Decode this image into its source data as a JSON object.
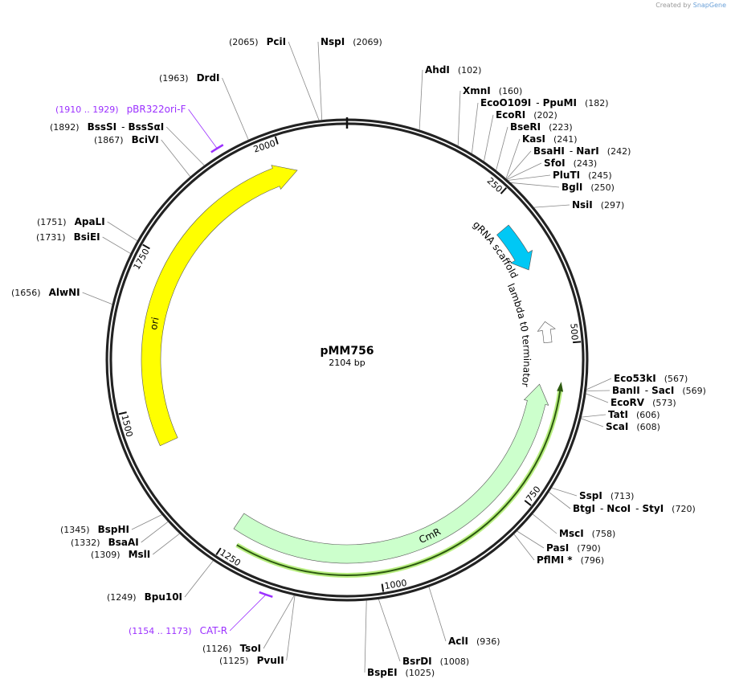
{
  "watermark": {
    "prefix": "Created by",
    "brand": "SnapGene"
  },
  "plasmid": {
    "name": "pMM756",
    "size_label": "2104 bp",
    "length": 2104
  },
  "ticks": [
    "250",
    "500",
    "750",
    "1000",
    "1250",
    "1500",
    "1750",
    "2000"
  ],
  "colors": {
    "ori": "#ffff00",
    "cmr": "#ccffcc",
    "cds_line": "#2d5a10",
    "cds_glow": "#b8ee80",
    "grna": "#00c8f5",
    "terminator": "#ffffff",
    "primer": "#9b30ff",
    "ring": "#222222"
  },
  "features": [
    {
      "name": "ori",
      "start": 1434,
      "end": 2018,
      "direction": "forward"
    },
    {
      "name": "CmR",
      "start": 1250,
      "end": 568,
      "direction": "reverse"
    },
    {
      "name": "gRNA scaffold",
      "start": 293,
      "end": 372,
      "direction": "forward"
    },
    {
      "name": "lambda t0 terminator",
      "start": 495,
      "end": 462,
      "direction": "reverse"
    }
  ],
  "primers": [
    {
      "name": "pBR322ori-F",
      "range": "(1910 .. 1929)",
      "start": 1910,
      "end": 1929
    },
    {
      "name": "CAT-R",
      "range": "(1154 .. 1173)",
      "start": 1154,
      "end": 1173
    }
  ],
  "enzymes": [
    {
      "names": [
        "PciI"
      ],
      "pos": 2065,
      "label": "(2065)"
    },
    {
      "names": [
        "NspI"
      ],
      "pos": 2069,
      "label": "(2069)"
    },
    {
      "names": [
        "AhdI"
      ],
      "pos": 102,
      "label": "(102)"
    },
    {
      "names": [
        "XmnI"
      ],
      "pos": 160,
      "label": "(160)"
    },
    {
      "names": [
        "EcoO109I",
        "PpuMI"
      ],
      "pos": 182,
      "label": "(182)"
    },
    {
      "names": [
        "EcoRI"
      ],
      "pos": 202,
      "label": "(202)"
    },
    {
      "names": [
        "BseRI"
      ],
      "pos": 223,
      "label": "(223)"
    },
    {
      "names": [
        "KasI"
      ],
      "pos": 241,
      "label": "(241)"
    },
    {
      "names": [
        "BsaHI",
        "NarI"
      ],
      "pos": 242,
      "label": "(242)"
    },
    {
      "names": [
        "SfoI"
      ],
      "pos": 243,
      "label": "(243)"
    },
    {
      "names": [
        "PluTI"
      ],
      "pos": 245,
      "label": "(245)"
    },
    {
      "names": [
        "BglI"
      ],
      "pos": 250,
      "label": "(250)"
    },
    {
      "names": [
        "NsiI"
      ],
      "pos": 297,
      "label": "(297)"
    },
    {
      "names": [
        "Eco53kI"
      ],
      "pos": 567,
      "label": "(567)"
    },
    {
      "names": [
        "BanII",
        "SacI"
      ],
      "pos": 569,
      "label": "(569)"
    },
    {
      "names": [
        "EcoRV"
      ],
      "pos": 573,
      "label": "(573)"
    },
    {
      "names": [
        "TatI"
      ],
      "pos": 606,
      "label": "(606)"
    },
    {
      "names": [
        "ScaI"
      ],
      "pos": 608,
      "label": "(608)"
    },
    {
      "names": [
        "SspI"
      ],
      "pos": 713,
      "label": "(713)"
    },
    {
      "names": [
        "BtgI",
        "NcoI",
        "StyI"
      ],
      "pos": 720,
      "label": "(720)"
    },
    {
      "names": [
        "MscI"
      ],
      "pos": 758,
      "label": "(758)"
    },
    {
      "names": [
        "PasI"
      ],
      "pos": 790,
      "label": "(790)"
    },
    {
      "names": [
        "PflMI *"
      ],
      "pos": 796,
      "label": "(796)"
    },
    {
      "names": [
        "AclI"
      ],
      "pos": 936,
      "label": "(936)"
    },
    {
      "names": [
        "BsrDI"
      ],
      "pos": 1008,
      "label": "(1008)"
    },
    {
      "names": [
        "BspEI"
      ],
      "pos": 1025,
      "label": "(1025)"
    },
    {
      "names": [
        "PvuII"
      ],
      "pos": 1125,
      "label": "(1125)"
    },
    {
      "names": [
        "TsoI"
      ],
      "pos": 1126,
      "label": "(1126)"
    },
    {
      "names": [
        "Bpu10I"
      ],
      "pos": 1249,
      "label": "(1249)"
    },
    {
      "names": [
        "MslI"
      ],
      "pos": 1309,
      "label": "(1309)"
    },
    {
      "names": [
        "BsaAI"
      ],
      "pos": 1332,
      "label": "(1332)"
    },
    {
      "names": [
        "BspHI"
      ],
      "pos": 1345,
      "label": "(1345)"
    },
    {
      "names": [
        "AlwNI"
      ],
      "pos": 1656,
      "label": "(1656)"
    },
    {
      "names": [
        "BsiEI"
      ],
      "pos": 1731,
      "label": "(1731)"
    },
    {
      "names": [
        "ApaLI"
      ],
      "pos": 1751,
      "label": "(1751)"
    },
    {
      "names": [
        "BciVI"
      ],
      "pos": 1867,
      "label": "(1867)"
    },
    {
      "names": [
        "BssSI",
        "BssSαI"
      ],
      "pos": 1892,
      "label": "(1892)"
    },
    {
      "names": [
        "DrdI"
      ],
      "pos": 1963,
      "label": "(1963)"
    }
  ]
}
